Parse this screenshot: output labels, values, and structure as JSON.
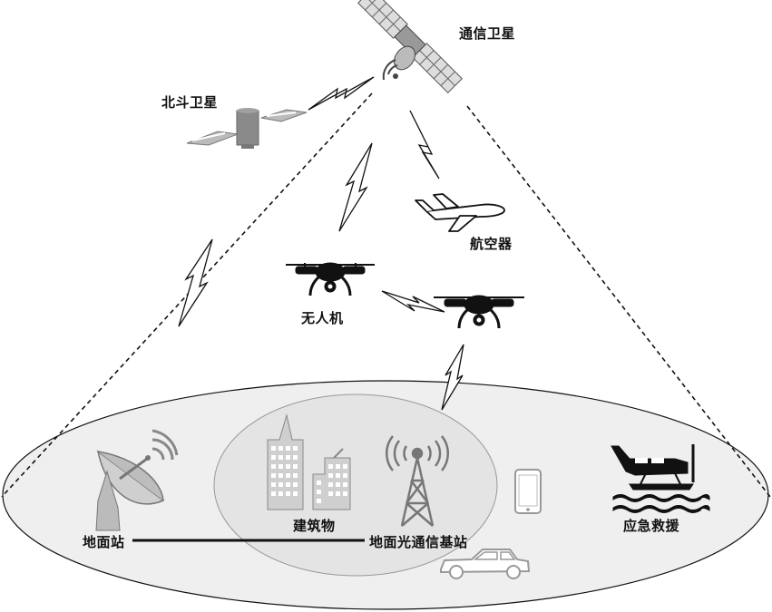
{
  "labels": {
    "comm_satellite": "通信卫星",
    "beidou_satellite": "北斗卫星",
    "aircraft": "航空器",
    "uav": "无人机",
    "ground_station": "地面站",
    "building": "建筑物",
    "optical_base_station": "地面光通信基站",
    "emergency_rescue": "应急救援"
  },
  "colors": {
    "stroke": "#111111",
    "ground_fill": "#efefef",
    "inner_fill": "#e4e4e4",
    "icon_gray": "#8a8a8a",
    "icon_light": "#c8c8c8"
  }
}
